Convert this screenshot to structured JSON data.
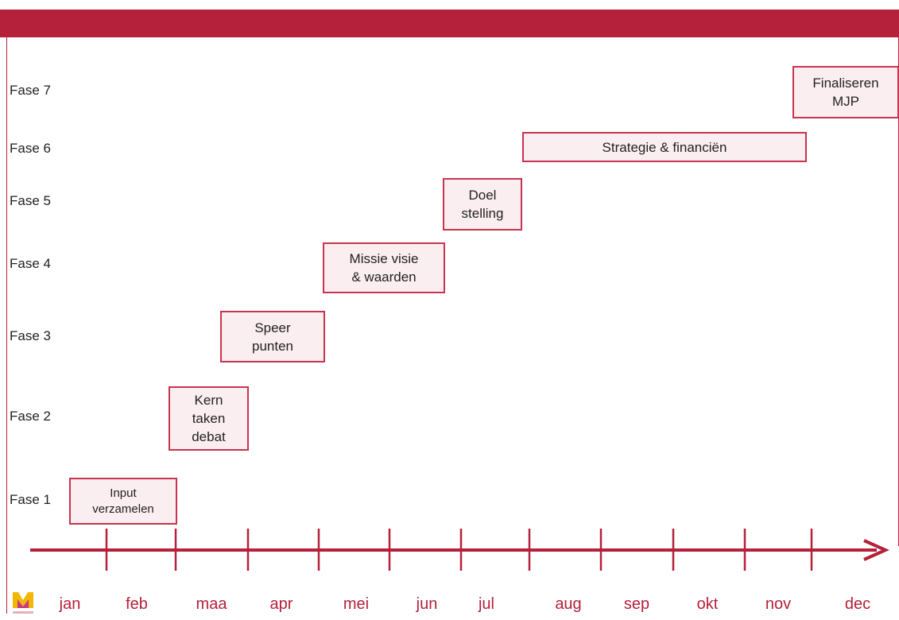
{
  "phases": [
    {
      "label": "Fase 7"
    },
    {
      "label": "Fase 6"
    },
    {
      "label": "Fase 5"
    },
    {
      "label": "Fase 4"
    },
    {
      "label": "Fase 3"
    },
    {
      "label": "Fase 2"
    },
    {
      "label": "Fase 1"
    }
  ],
  "tasks": {
    "fase1": "Input\nverzamelen",
    "fase2": "Kern\ntaken\ndebat",
    "fase3": "Speer\npunten",
    "fase4": "Missie visie\n& waarden",
    "fase5": "Doel\nstelling",
    "fase6": "Strategie & financiën",
    "fase7": "Finaliseren\nMJP"
  },
  "months": [
    "jan",
    "feb",
    "maa",
    "apr",
    "mei",
    "jun",
    "jul",
    "aug",
    "sep",
    "okt",
    "nov",
    "dec"
  ],
  "colors": {
    "accent": "#b5203a",
    "box_border": "#c8344f",
    "box_fill": "#fbeef0",
    "logo_yellow": "#f2b705",
    "logo_magenta": "#c2186b"
  },
  "logo": {
    "icon": "municipality-logo-icon"
  }
}
